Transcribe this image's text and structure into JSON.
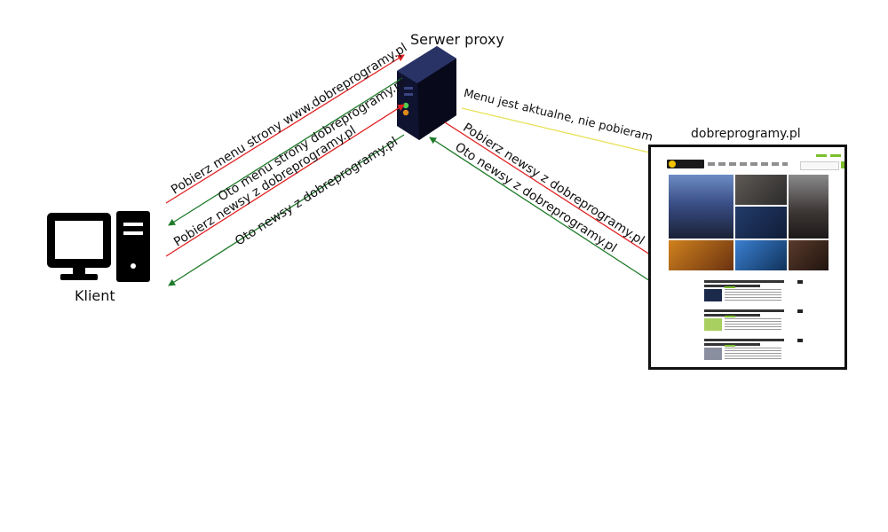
{
  "nodes": {
    "client": {
      "label": "Klient",
      "icon": "desktop-computer-icon"
    },
    "proxy": {
      "label": "Serwer proxy",
      "icon": "server-tower-icon"
    },
    "website": {
      "label": "dobreprogramy.pl",
      "icon": "website-screenshot-thumbnail"
    }
  },
  "edges": {
    "req_menu": {
      "label": "Pobierz menu strony www.dobreprogramy.pl",
      "color": "#e02020"
    },
    "resp_menu": {
      "label": "Oto menu strony dobreprogramy.pl",
      "color": "#1e7a2a"
    },
    "req_news": {
      "label": "Pobierz newsy z dobreprogramy.pl",
      "color": "#e02020"
    },
    "resp_news": {
      "label": "Oto newsy z dobreprogramy.pl",
      "color": "#1e7a2a"
    },
    "cache_note": {
      "label": "Menu jest aktualne, nie pobieram",
      "color": "#e8e25a"
    },
    "proxy_req_news": {
      "label": "Pobierz newsy z dobreprogramy.pl",
      "color": "#e02020"
    },
    "proxy_resp_news": {
      "label": "Oto newsy z dobreprogramy.pl",
      "color": "#1e7a2a"
    }
  }
}
